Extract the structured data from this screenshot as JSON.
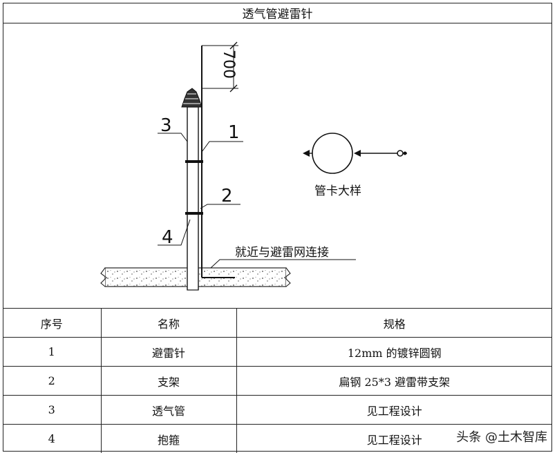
{
  "title": "透气管避雷针",
  "diagram": {
    "dimension": "700",
    "callouts": [
      "3",
      "1",
      "2",
      "4"
    ],
    "note": "就近与避雷网连接",
    "clamp_caption": "管卡大样"
  },
  "table": {
    "headers": [
      "序号",
      "名称",
      "规格"
    ],
    "rows": [
      [
        "1",
        "避雷针",
        "12mm 的镀锌圆钢"
      ],
      [
        "2",
        "支架",
        "扁钢 25*3 避雷带支架"
      ],
      [
        "3",
        "透气管",
        "见工程设计"
      ],
      [
        "4",
        "抱箍",
        "见工程设计"
      ]
    ]
  },
  "watermark": "头条 @土木智库"
}
